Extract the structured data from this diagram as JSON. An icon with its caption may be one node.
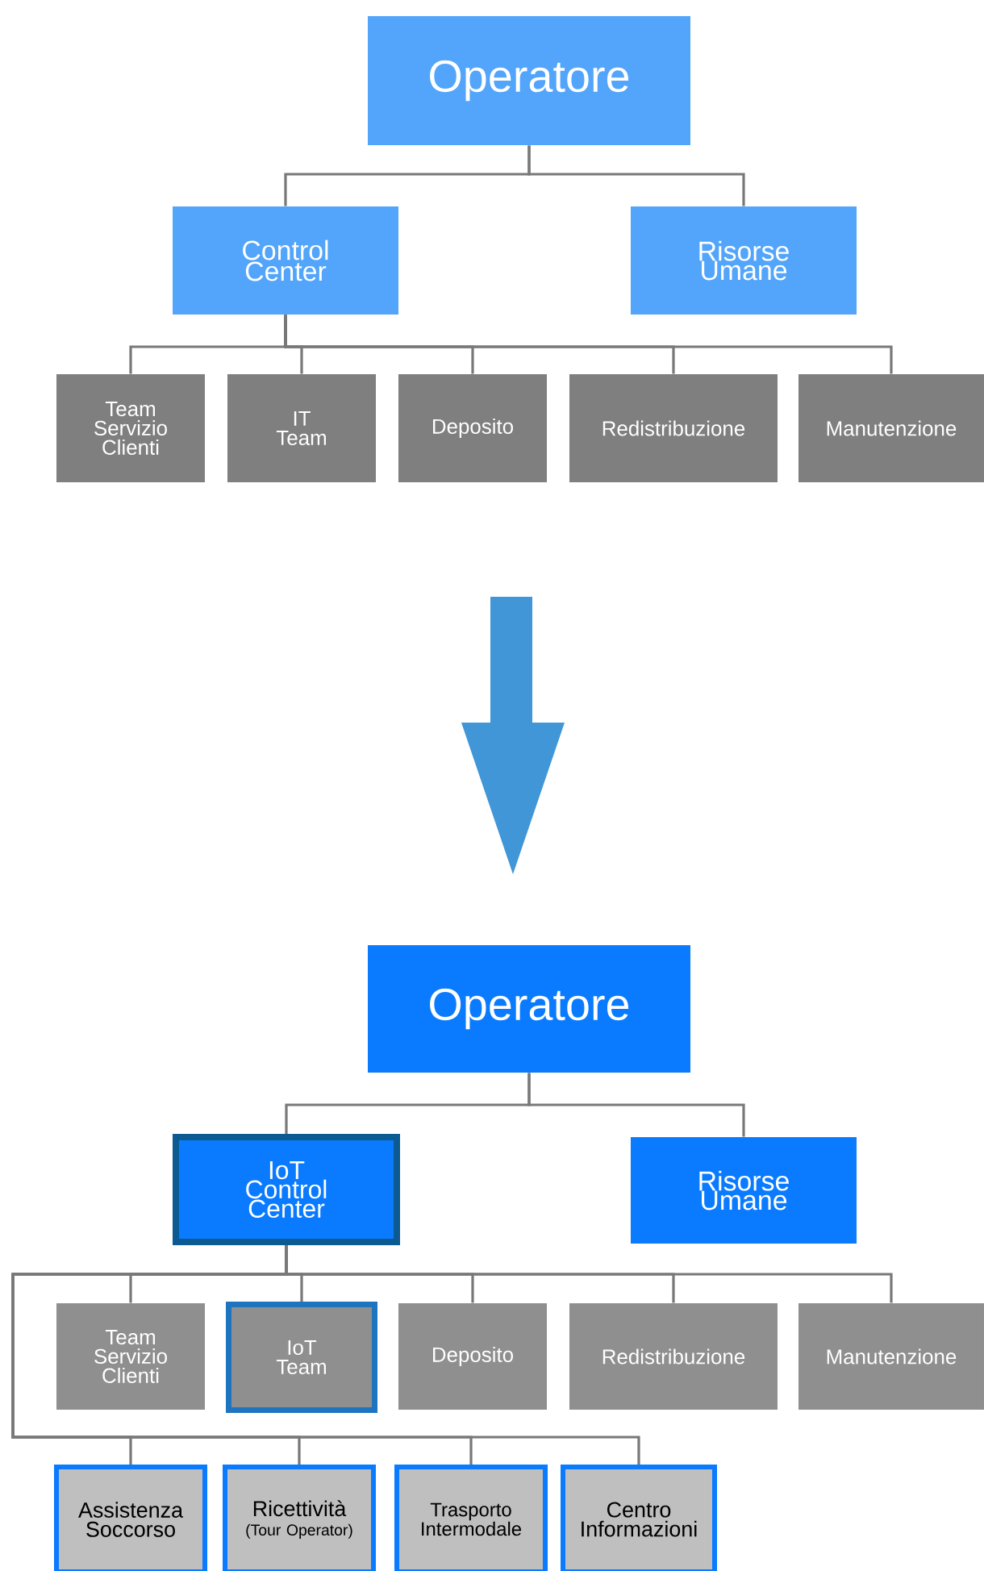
{
  "diagram": {
    "nodes": [
      {
        "text": [
          "Operatore"
        ]
      },
      {
        "text": [
          "Control Center"
        ]
      },
      {
        "text": [
          "Risorse Umane"
        ]
      },
      {
        "text": [
          "Team Servizio Clienti"
        ]
      },
      {
        "text": [
          "IT Team"
        ]
      },
      {
        "text": [
          "Deposito"
        ]
      },
      {
        "text": [
          "Redistribuzione"
        ]
      },
      {
        "text": [
          "Manutenzione"
        ]
      },
      {
        "text": [
          "Operatore"
        ]
      },
      {
        "text": [
          "IoT Control Center"
        ]
      },
      {
        "text": [
          "Risorse Umane"
        ]
      },
      {
        "text": [
          "Team Servizio Clienti"
        ]
      },
      {
        "text": [
          "IoT Team"
        ]
      },
      {
        "text": [
          "Deposito"
        ]
      },
      {
        "text": [
          "Redistribuzione"
        ]
      },
      {
        "text": [
          "Manutenzione"
        ]
      },
      {
        "text": [
          "Assistenza Soccorso"
        ]
      },
      {
        "text": [
          "Ricettività",
          "(Tour Operator)"
        ]
      },
      {
        "text": [
          "Trasporto Intermodale"
        ]
      },
      {
        "text": [
          "Centro Informazioni"
        ]
      }
    ],
    "edges": [
      {
        "from": 0,
        "to": 1,
        "arrow": "none"
      },
      {
        "from": 0,
        "to": 2,
        "arrow": "none"
      },
      {
        "from": 1,
        "to": 3,
        "arrow": "none"
      },
      {
        "from": 1,
        "to": 4,
        "arrow": "none"
      },
      {
        "from": 1,
        "to": 5,
        "arrow": "none"
      },
      {
        "from": 1,
        "to": 6,
        "arrow": "none"
      },
      {
        "from": 1,
        "to": 7,
        "arrow": "none"
      },
      {
        "from": 8,
        "to": 9,
        "arrow": "none"
      },
      {
        "from": 8,
        "to": 10,
        "arrow": "none"
      },
      {
        "from": 9,
        "to": 11,
        "arrow": "none"
      },
      {
        "from": 9,
        "to": 12,
        "arrow": "none"
      },
      {
        "from": 9,
        "to": 13,
        "arrow": "none"
      },
      {
        "from": 9,
        "to": 14,
        "arrow": "none"
      },
      {
        "from": 9,
        "to": 15,
        "arrow": "none"
      },
      {
        "from": 9,
        "to": 16,
        "arrow": "none"
      },
      {
        "from": 9,
        "to": 17,
        "arrow": "none"
      },
      {
        "from": 9,
        "to": 18,
        "arrow": "none"
      },
      {
        "from": 9,
        "to": 19,
        "arrow": "none"
      }
    ]
  }
}
